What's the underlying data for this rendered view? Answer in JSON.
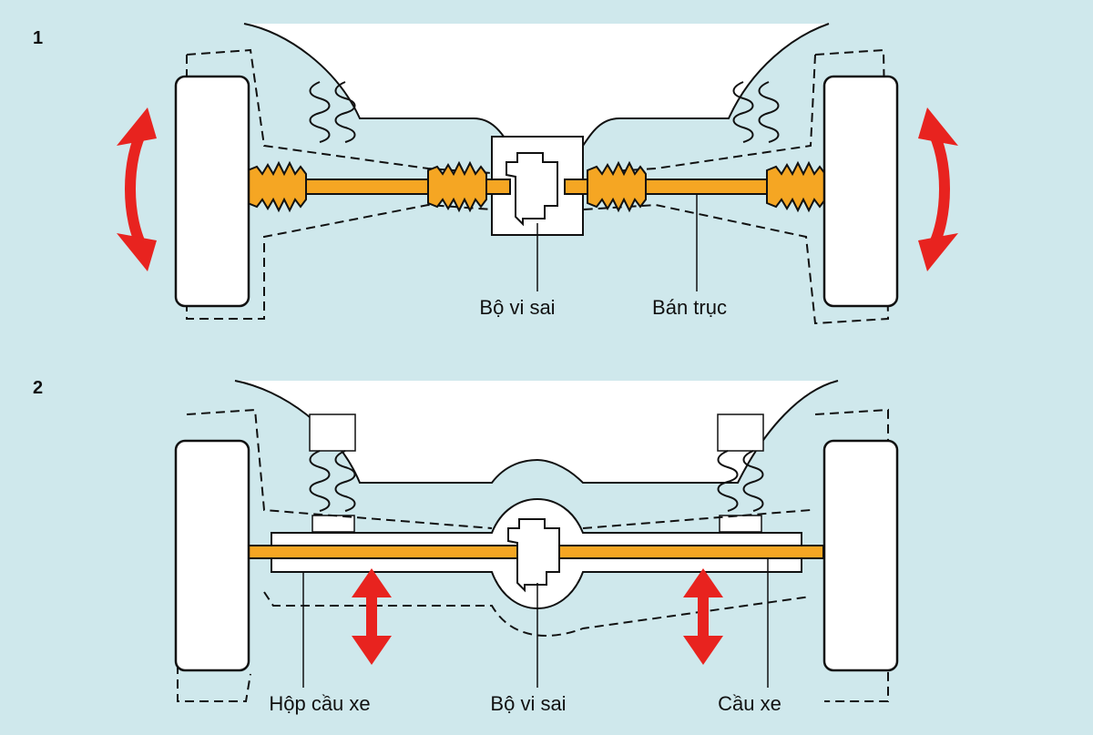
{
  "panel1": {
    "number": "1",
    "labels": {
      "differential": "Bộ vi sai",
      "half_shaft": "Bán trục"
    }
  },
  "panel2": {
    "number": "2",
    "labels": {
      "axle_housing": "Hộp cầu xe",
      "differential": "Bộ vi sai",
      "axle": "Cầu xe"
    }
  },
  "colors": {
    "background": "#cfe8ec",
    "shaft_orange": "#f5a623",
    "motion_arrow_red": "#e8231f",
    "outline": "#111111"
  }
}
